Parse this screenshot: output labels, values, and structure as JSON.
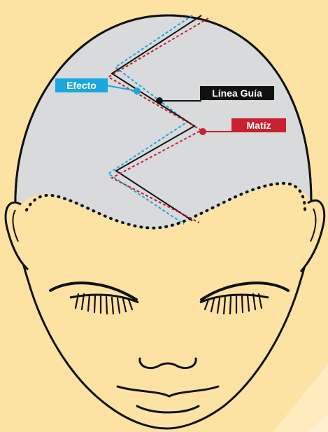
{
  "labels": {
    "effect": "Efecto",
    "guide_line": "Línea Guía",
    "tint": "Matíz"
  },
  "colors": {
    "background": "#FDE3A3",
    "scalp": "#D9DADC",
    "effect": "#1AA7DF",
    "guide_line": "#111111",
    "tint": "#C8202E",
    "outline": "#111111"
  },
  "icons": [
    "head-illustration-icon"
  ]
}
